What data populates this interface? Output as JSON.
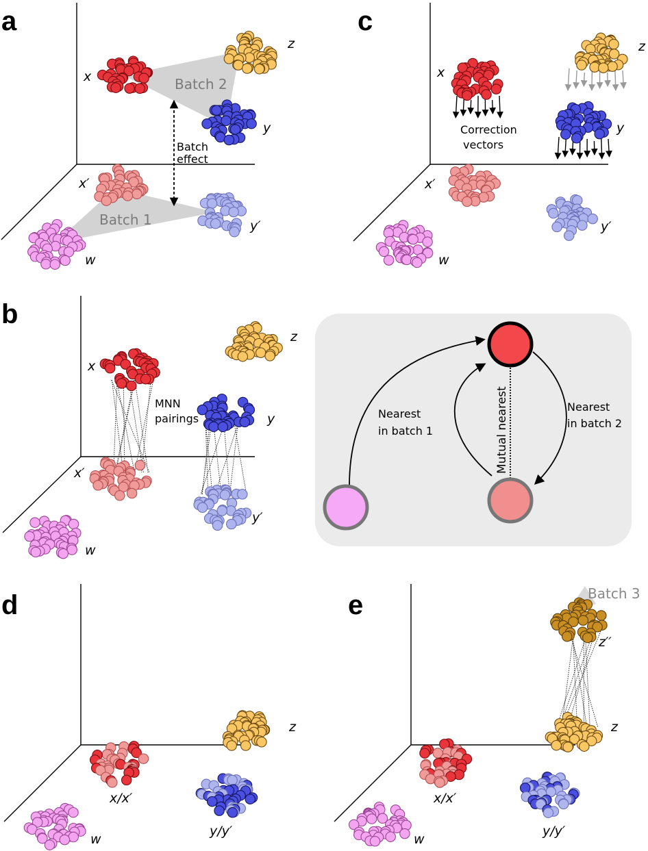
{
  "panels": {
    "a": {
      "letter": "a",
      "batch2": "Batch 2",
      "batch1": "Batch 1",
      "effect1": "Batch",
      "effect2": "effect"
    },
    "b": {
      "letter": "b",
      "mnn1": "MNN",
      "mnn2": "pairings"
    },
    "c": {
      "letter": "c",
      "corr1": "Correction",
      "corr2": "vectors"
    },
    "d": {
      "letter": "d"
    },
    "e": {
      "letter": "e",
      "batch3": "Batch 3"
    }
  },
  "labels": {
    "x": "x",
    "y": "y",
    "z": "z",
    "w": "w",
    "xp": "x′",
    "yp": "y′",
    "zpp": "z′′",
    "xxp": "x/x′",
    "yyp": "y/y′"
  },
  "inset": {
    "nearest_b1_line1": "Nearest",
    "nearest_b1_line2": "in batch 1",
    "nearest_b2_line1": "Nearest",
    "nearest_b2_line2": "in batch 2",
    "mutual": "Mutual nearest"
  },
  "colors": {
    "red": "#e8343a",
    "red_stroke": "#7a0c10",
    "orange": "#fbc765",
    "orange_stroke": "#6b4a10",
    "blue": "#4a4fe0",
    "blue_stroke": "#12145e",
    "pink_light": "#f09a9a",
    "pink_light_stroke": "#b45050",
    "lavender": "#aeb4ee",
    "lavender_stroke": "#6a70b8",
    "violet": "#f3a6ef",
    "violet_stroke": "#9a4596",
    "gold": "#c98f22",
    "gold_stroke": "#5a3d08",
    "batch_fill": "#d3d3d3",
    "inset_bg": "#ebebeb"
  }
}
